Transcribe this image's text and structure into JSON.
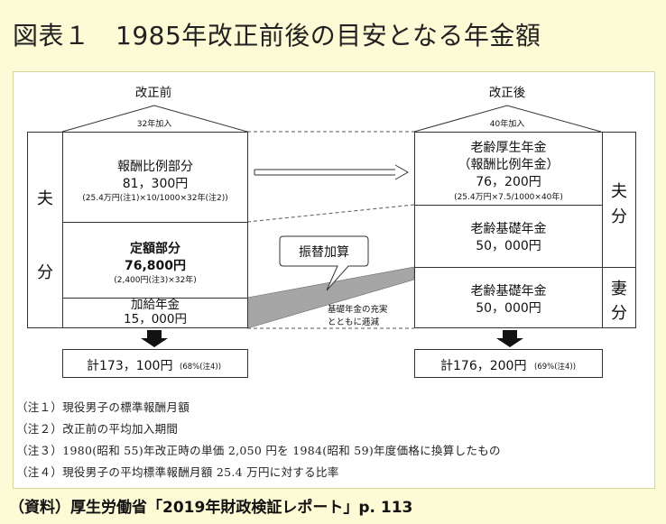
{
  "title": "図表１　1985年改正前後の目安となる年金額",
  "before": {
    "header": "改正前",
    "roof_label": "32年加入",
    "side_label_1": "夫",
    "side_label_2": "分",
    "earnings_title": "報酬比例部分",
    "earnings_amount": "81，300円",
    "earnings_formula": "(25.4万円(注1)×10/1000×32年(注2))",
    "flat_title": "定額部分",
    "flat_amount": "76,800円",
    "flat_formula": "(2,400円(注3)×32年)",
    "spouse_title": "加給年金",
    "spouse_amount": "15，000円",
    "total_main": "計173，100円",
    "total_ratio": "(68%(注4))"
  },
  "after": {
    "header": "改正後",
    "roof_label": "40年加入",
    "earnings_title": "老齢厚生年金",
    "earnings_subtitle": "（報酬比例年金）",
    "earnings_amount": "76，200円",
    "earnings_formula": "(25.4万円×7.5/1000×40年)",
    "basic_title": "老齢基礎年金",
    "basic_amount": "50，000円",
    "wife_basic_title": "老齢基礎年金",
    "wife_basic_amount": "50，000円",
    "husband_label_1": "夫",
    "husband_label_2": "分",
    "wife_label_1": "妻",
    "wife_label_2": "分",
    "total_main": "計176，200円",
    "total_ratio": "(69%(注4))"
  },
  "callout": "振替加算",
  "decline_note_1": "基礎年金の充実",
  "decline_note_2": "とともに逓減",
  "notes": [
    "（注１）現役男子の標準報酬月額",
    "（注２）改正前の平均加入期間",
    "（注３）1980(昭和 55)年改正時の単価 2,050 円を 1984(昭和 59)年度価格に換算したもの",
    "（注４）現役男子の平均標準報酬月額 25.4 万円に対する比率"
  ],
  "source": "（資料）厚生労働省「2019年財政検証レポート」p. 113"
}
